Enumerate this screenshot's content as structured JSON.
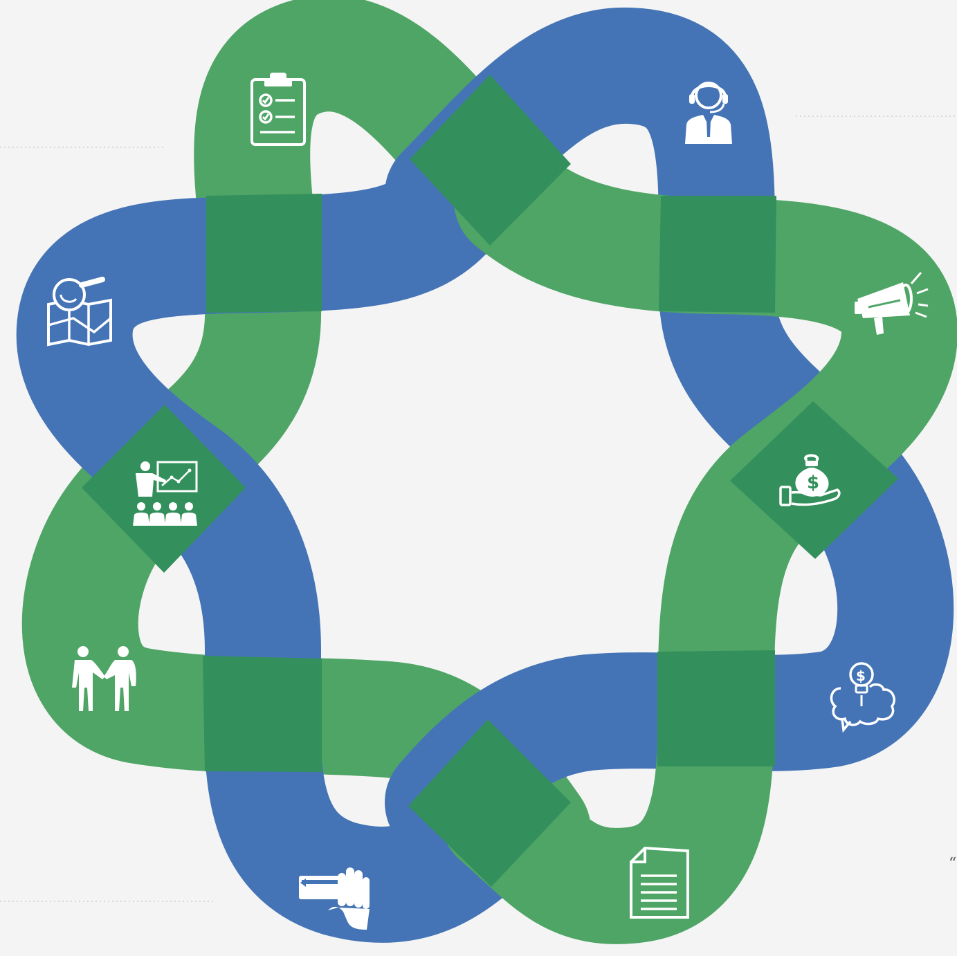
{
  "colors": {
    "background": "#f4f4f4",
    "green_band": "#4fa566",
    "blue_band": "#4474b6",
    "overlap": "#33905c",
    "icon": "#ffffff",
    "guide_line": "#c8c8c8"
  },
  "diagram": {
    "type": "interwoven-loop-cycle",
    "icons": [
      {
        "name": "clipboard-checklist-icon",
        "band": "green"
      },
      {
        "name": "customer-support-headset-icon",
        "band": "blue"
      },
      {
        "name": "megaphone-icon",
        "band": "green"
      },
      {
        "name": "money-bag-hand-icon",
        "band": "overlap"
      },
      {
        "name": "brain-idea-dollar-icon",
        "band": "blue"
      },
      {
        "name": "document-page-icon",
        "band": "green"
      },
      {
        "name": "card-payment-hand-icon",
        "band": "blue"
      },
      {
        "name": "handshake-people-icon",
        "band": "green"
      },
      {
        "name": "presentation-audience-icon",
        "band": "overlap"
      },
      {
        "name": "map-search-icon",
        "band": "blue"
      }
    ]
  },
  "edge_text": "“"
}
